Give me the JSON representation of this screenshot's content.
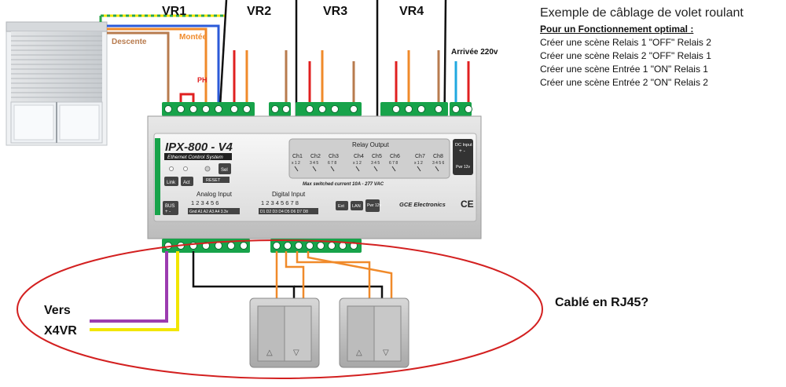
{
  "title": "Exemple de câblage de volet roulant",
  "subtitle": "Pour un Fonctionnement optimal :",
  "instructions": [
    "Créer une scène Relais 1 \"OFF\" Relais 2",
    "Créer une scène Relais 2 \"OFF\" Relais 1",
    "Créer une scène Entrée 1 \"ON\" Relais 1",
    "Créer une scène Entrée 2 \"ON\" Relais 2"
  ],
  "shutter_labels": [
    "VR1",
    "VR2",
    "VR3",
    "VR4"
  ],
  "wire_labels": {
    "descente": "Descente",
    "montee": "Montée",
    "ph": "PH",
    "arrivee": "Arrivée 220v"
  },
  "device": {
    "model": "IPX-800 - V4",
    "subtitle": "Ethernet Control System",
    "buttons": {
      "link": "Link",
      "act": "Act",
      "sel": "Sel",
      "reset": "RESET",
      "bus": "BUS",
      "bus_sub": "+ -",
      "ext": "Ext",
      "lan": "LAN",
      "pwr": "Pwr 12v"
    },
    "relay_output_label": "Relay Output",
    "channels": [
      "Ch1",
      "Ch2",
      "Ch3",
      "Ch4",
      "Ch5",
      "Ch6",
      "Ch7",
      "Ch8"
    ],
    "channel_pins": [
      "x 1 2",
      "3 4 5",
      "6 7 8",
      "x 1 2",
      "3 4 5",
      "6 7 8",
      "x 1 2",
      "3 4 5 6"
    ],
    "max_switched": "Max switched current 10A - 277 VAC",
    "analog_label": "Analog Input",
    "analog_numbers": "1 2 3 4 5 6",
    "analog_pins": "Gnd A1 A2 A3 A4 3.3v",
    "digital_label": "Digital Input",
    "digital_numbers": "1 2 3 4 5 6 7 8",
    "digital_pins": "D1 D2 D3 D4 D5 D6 D7 D8",
    "dc_input": "DC Input",
    "dc_pins": "+ -",
    "dc_pwr": "Pwr 12v",
    "brand": "GCE Electronics",
    "ce": "CE"
  },
  "vers_label": "Vers",
  "x4vr_label": "X4VR",
  "rj45_label": "Cablé en RJ45?",
  "switch_arrows": {
    "up": "△",
    "down": "▽"
  },
  "colors": {
    "green": "#17a34a",
    "red": "#e02020",
    "orange": "#f08a2a",
    "brown": "#b87b4e",
    "blue": "#2b5ad8",
    "yellow": "#f2e600",
    "purple": "#9c3cb0",
    "cyan": "#20a8e0",
    "ellipse": "#d32020"
  }
}
